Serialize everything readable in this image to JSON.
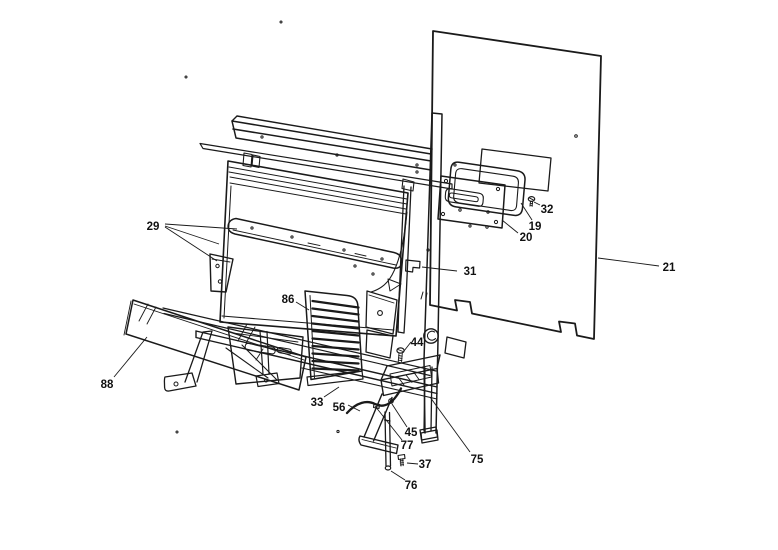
{
  "figure": {
    "background_color": "#ffffff",
    "line_color": "#1a1a1a"
  },
  "part_numbers": [
    "19",
    "20",
    "21",
    "29",
    "31",
    "32",
    "33",
    "37",
    "44",
    "45",
    "56",
    "75",
    "76",
    "77",
    "86",
    "88"
  ],
  "parts": {
    "p19": "19",
    "p20": "20",
    "p21": "21",
    "p29": "29",
    "p31": "31",
    "p32": "32",
    "p33": "33",
    "p37": "37",
    "p44": "44",
    "p45": "45",
    "p56": "56",
    "p75": "75",
    "p76": "76",
    "p77": "77",
    "p86": "86",
    "p88": "88"
  }
}
